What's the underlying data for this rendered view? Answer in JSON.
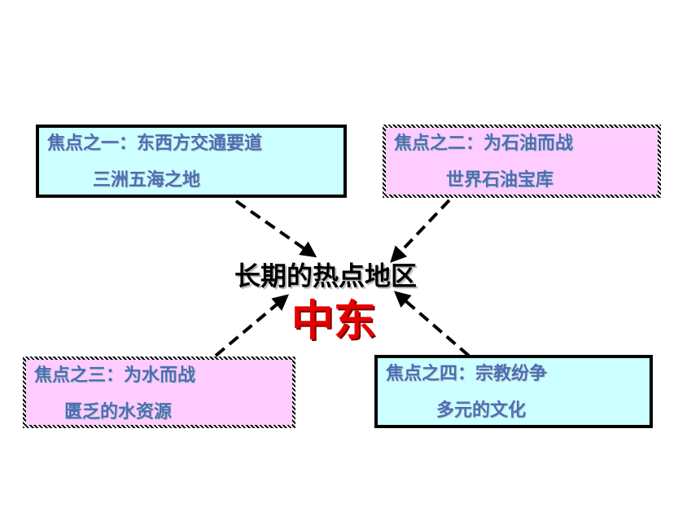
{
  "center": {
    "title": "长期的热点地区",
    "name": "中东"
  },
  "focus_boxes": [
    {
      "line1": "焦点之一：东西方交通要道",
      "line2": "三洲五海之地"
    },
    {
      "line1": "焦点之二：为石油而战",
      "line2": "世界石油宝库"
    },
    {
      "line1": "焦点之三：为水而战",
      "line2": "匮乏的水资源"
    },
    {
      "line1": "焦点之四：宗教纷争",
      "line2": "多元的文化"
    }
  ],
  "colors": {
    "text": "#4a6fb5",
    "center_name": "#e60000",
    "box_cyan": "#ccffff",
    "box_pink": "#ffccff"
  }
}
